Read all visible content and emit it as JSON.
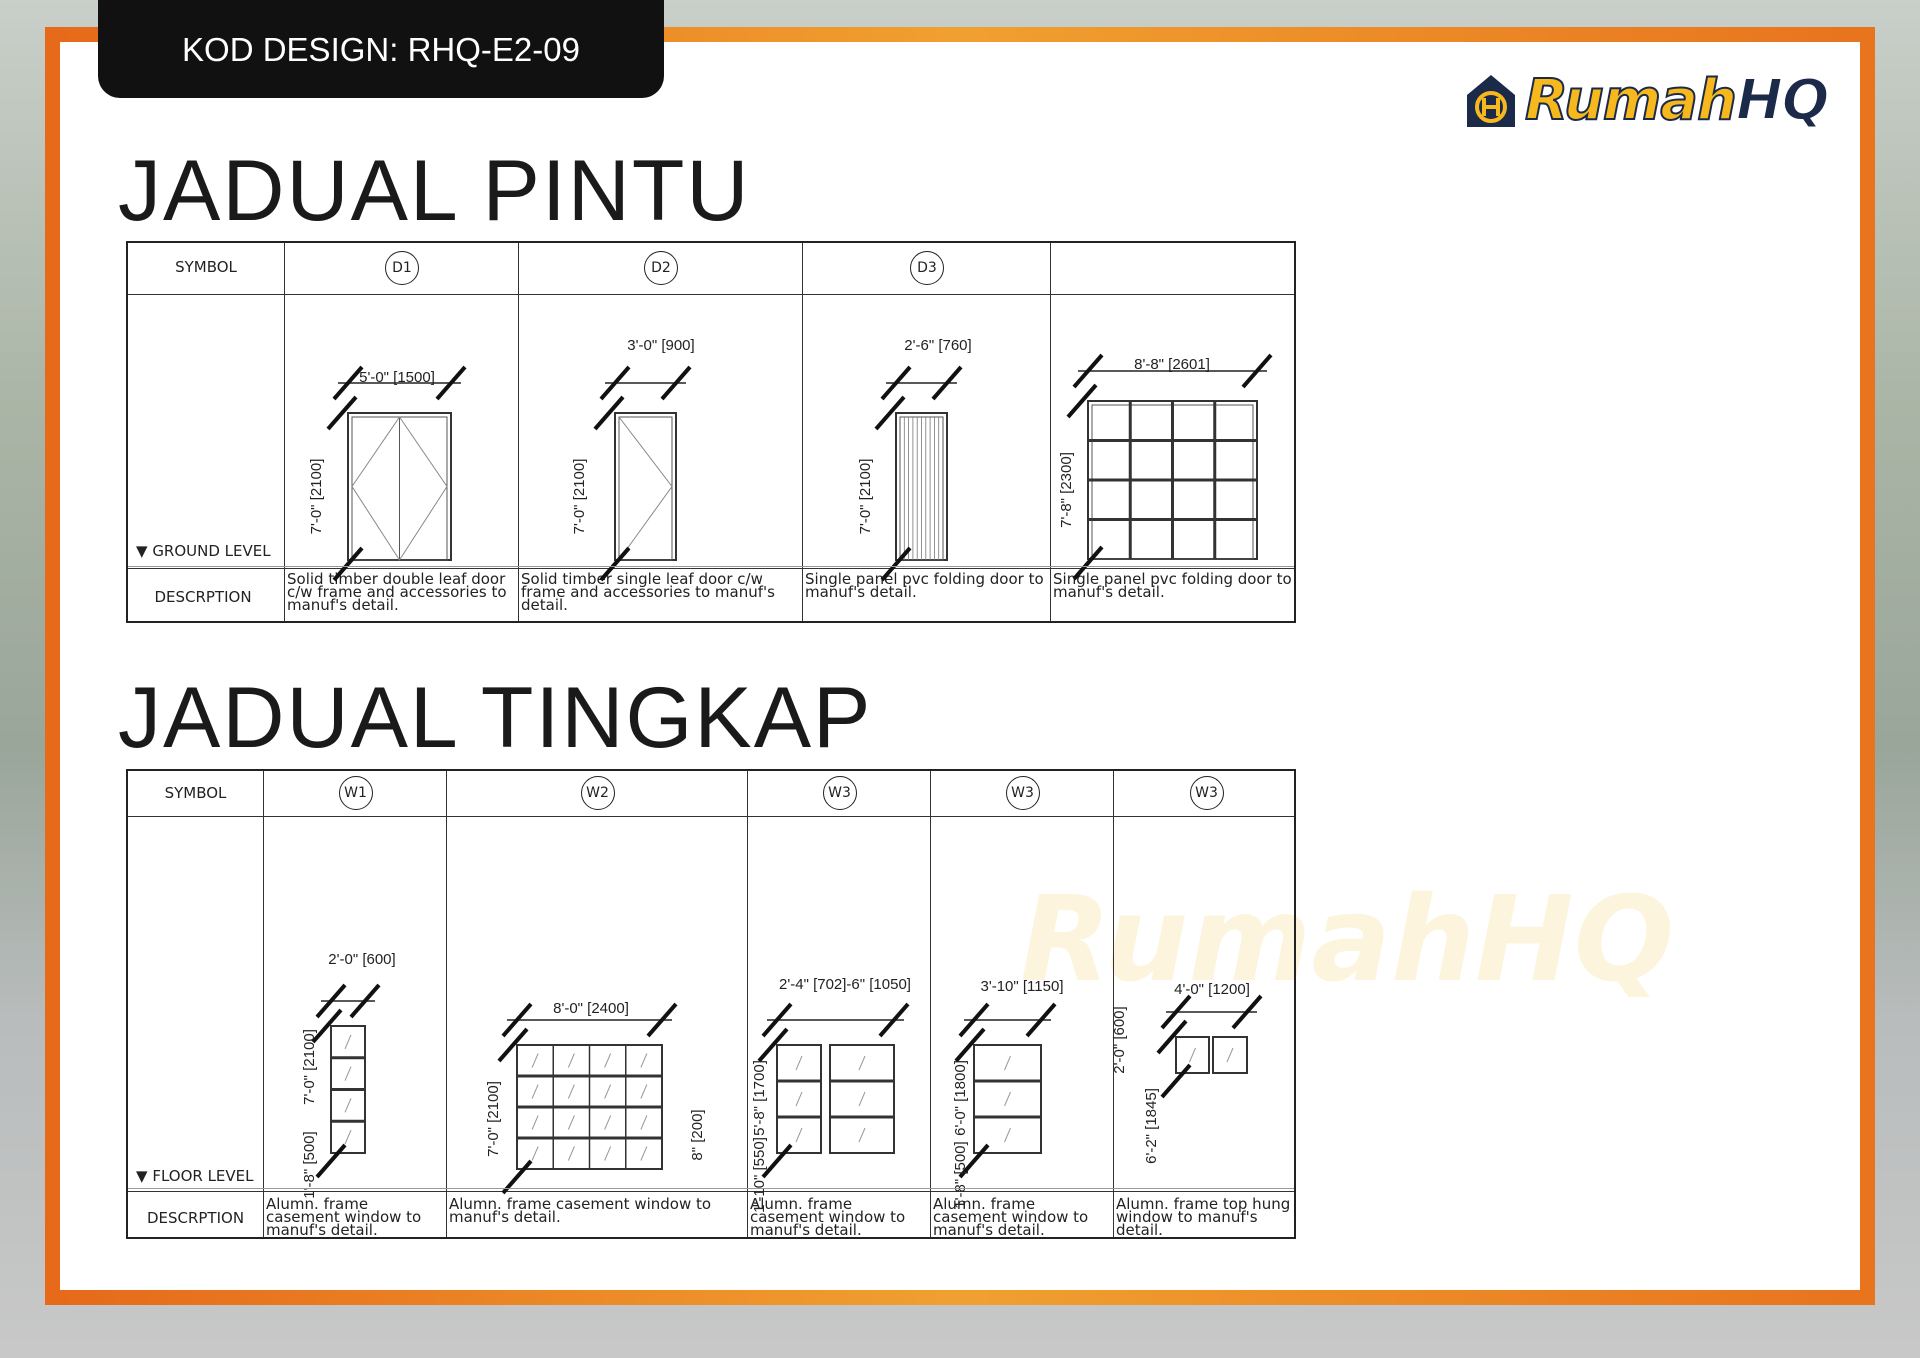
{
  "header": {
    "design_code": "KOD DESIGN: RHQ-E2-09"
  },
  "logo": {
    "text_primary": "Rumah",
    "text_secondary": "HQ",
    "colors": {
      "yellow": "#f6b81c",
      "navy": "#1c2a4a"
    }
  },
  "frame_color": "#e8741e",
  "doors": {
    "title": "JADUAL PINTU",
    "symbol_label": "SYMBOL",
    "description_label": "DESCRPTION",
    "level_label": "GROUND LEVEL",
    "items": [
      {
        "symbol": "D1",
        "width_dim": "5'-0\" [1500]",
        "height_dim": "7'-0\" [2100]",
        "description": "Solid timber double leaf door c/w frame and accessories to manuf's detail."
      },
      {
        "symbol": "D2",
        "width_dim": "3'-0\" [900]",
        "height_dim": "7'-0\" [2100]",
        "description": "Solid timber single leaf door c/w frame and accessories to manuf's detail."
      },
      {
        "symbol": "D3",
        "width_dim": "2'-6\" [760]",
        "height_dim": "7'-0\" [2100]",
        "description": "Single panel pvc folding door to manuf's detail."
      },
      {
        "symbol": "",
        "width_dim": "8'-8\" [2601]",
        "height_dim": "7'-8\" [2300]",
        "description": "Single panel pvc folding door to manuf's detail."
      }
    ]
  },
  "windows": {
    "title": "JADUAL TINGKAP",
    "symbol_label": "SYMBOL",
    "description_label": "DESCRPTION",
    "level_label": "FLOOR LEVEL",
    "items": [
      {
        "symbol": "W1",
        "width_dim": "2'-0\" [600]",
        "height_dim": "7'-0\" [2100]",
        "sill_dim": "1'-8\" [500]",
        "description": "Alumn. frame casement window to manuf's detail."
      },
      {
        "symbol": "W2",
        "width_dim": "8'-0\" [2400]",
        "height_dim": "7'-0\" [2100]",
        "sill_dim": "8\" [200]",
        "description": "Alumn. frame casement window to manuf's detail."
      },
      {
        "symbol": "W3",
        "width_dim": "2'-4\" [702]-6\" [1050]",
        "height_dim": "5'-8\" [1700]",
        "sill_dim": "1'-10\" [550]",
        "description": "Alumn. frame casement window to manuf's detail."
      },
      {
        "symbol": "W3",
        "width_dim": "3'-10\" [1150]",
        "height_dim": "6'-0\" [1800]",
        "sill_dim": "1'-8\" [500]",
        "description": "Alumn. frame casement window to manuf's detail."
      },
      {
        "symbol": "W3",
        "width_dim": "4'-0\" [1200]",
        "height_dim": "2'-0\" [600]",
        "sill_dim": "6'-2\" [1845]",
        "description": "Alumn. frame top hung window to manuf's detail."
      }
    ]
  },
  "watermark": "RumahHQ"
}
